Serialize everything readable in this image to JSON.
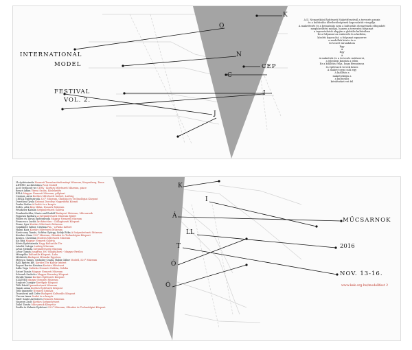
{
  "top_panel": {
    "title_words": [
      "INTERNATIONAL",
      "MODEL",
      "FESTIVAL"
    ],
    "title_suffix": "VOL. 2.",
    "scattered_letters": [
      "O",
      "K",
      "N",
      "C",
      "I",
      "J"
    ],
    "fragment": "CEP",
    "description_lines": [
      "A II. Nemzetközi Építészeti Makettfesztivál a tervezés praxis",
      "és a kultúrába ültethetőségének kapcsolatát vizsgálja.",
      "A makettezés és a bemutatás nem a kulturális elemzésnek elfogadott",
      "megközelítési módjai, hanem a tervezési folyamat",
      "a tapasztalatok alapján a globális kultúrában",
      "Ez a folyamat az emberek és a kultúra,",
      "közötti kapcsolat, a folyamat egyszerre",
      "a modellek közös és a",
      "tervezett társadalom",
      "Egy",
      "A",
      "Egy",
      "A",
      "A makettek és a tervezés módszerei,",
      "a jelenlegi kutatás a jelen",
      "Ez a kiállítás célja, hogy bemutassa",
      "és építészeti tervek közös",
      "A makett nem csak egy",
      "A kiállítás a",
      "makettekben a",
      "a kulturális",
      "kérdéseket vet fel"
    ]
  },
  "bottom_panel": {
    "scattered_letters": [
      "K",
      "I",
      "Á",
      "LL",
      "T",
      "Ó",
      "Ó"
    ],
    "venue": "MŰCSARNOK",
    "year": "2016",
    "dates": "NOV. 13-16.",
    "url": "www.kek.org.hu/modellfest 2",
    "credits": [
      {
        "name": "3h építésziroda",
        "affil": "Nemzeti Természettudományi Múzeum, Kreyenberg, Duna"
      },
      {
        "name": "ARTIFIC Architektúra",
        "affil": "Pesti Modell"
      },
      {
        "name": "As if (without) wz",
        "affil": "CEPA - Kortárs Művészeti Múzeum, pince"
      },
      {
        "name": "Bence Ádám",
        "affil": "Városi Szoba, Közlekedés"
      },
      {
        "name": "BFLA",
        "affil": "Magyar Nemzeti Múzeum, pályázat"
      },
      {
        "name": "Csomos, Aron",
        "affil": "Kortárs Művészeti Intézet, Ludwig"
      },
      {
        "name": "CEEZA Építésziroda",
        "affil": "320° Múzeum, Oktatási és Technológiai Központ"
      },
      {
        "name": "Dorothea Gyula",
        "affil": "Katonai Doroltsy Nagyvidéki Közmű"
      },
      {
        "name": "Dorka Stefan",
        "affil": "A Szabó és a kenyér"
      },
      {
        "name": "Erdős, Alex",
        "affil": "Kiss Máka, Dunavíz Múzeum"
      },
      {
        "name": "Fészkeler Katalin",
        "affil": "Szépművészeti Galéria"
      },
      {
        "name": "Frankenhelder, Mario and Rudolf",
        "affil": "Budapest Múzeum, Műcsarnok"
      },
      {
        "name": "Fogarasi Barbara",
        "affil": "A Szépművészeti Múzeum épület"
      },
      {
        "name": "Földes és Társai Építésziroda",
        "affil": "Magyar Nemzeti Múzeum"
      },
      {
        "name": "Francesco Lucibi",
        "affil": "Architectúra - Csillagászati Központ"
      },
      {
        "name": "Franz, Igor",
        "affil": "Kortárs Művészeti Múzeum"
      },
      {
        "name": "Gombkötő Gábor, Cristina",
        "affil": "PnL - a Paula Intézet"
      },
      {
        "name": "Halmi Kata",
        "affil": "Kortárs Művészeti Múzeum"
      },
      {
        "name": "Karácsony Tamás, Soltész György, Sződy Réka",
        "affil": "A Szépművészeti Múzeum"
      },
      {
        "name": "Kerekes Gizas",
        "affil": "520° Múzeum, Oktatási és Technológiai Központ"
      },
      {
        "name": "Kovács, Christian",
        "affil": "Modern Művészeti Múzeum"
      },
      {
        "name": "Kis Rita",
        "affil": "Magyar Nemzeti Galéria"
      },
      {
        "name": "Kérés Építésziroda",
        "affil": "Nagy Kulturális Tér"
      },
      {
        "name": "Lászlói Csárga",
        "affil": "Ludwig Múzeum"
      },
      {
        "name": "Lévai Melinda",
        "affil": "Szépművészeti Múzeum"
      },
      {
        "name": "Lővar Tamás",
        "affil": "Jungfrau 300 Világháború - Magyar Pavilon"
      },
      {
        "name": "Mészpőlin",
        "affil": "Kulturális Központ, Laba"
      },
      {
        "name": "Mérkőzés",
        "affil": "Budapest Műszaki Egyetem"
      },
      {
        "name": "Mírosca Tamás, Szokolay Csaba, Halda Gábor",
        "affil": "Modell, 520° Múzeum"
      },
      {
        "name": "RAX Építési Kft.",
        "affil": "Kortárs Tér Kultúr Intézet"
      },
      {
        "name": "Repasi Bartos Kristina",
        "affil": "Kortárs Művészet"
      },
      {
        "name": "Salla Vega",
        "affil": "Galériás Nemzeti Galéria, Szloba"
      },
      {
        "name": "Satori Tamás",
        "affil": "Magyar Nemzeti Múzeum"
      },
      {
        "name": "Schrank Szabolcs",
        "affil": "Magyar Kormány Központ"
      },
      {
        "name": "Slovák Tamás",
        "affil": "Kortárs Építészeti Központ"
      },
      {
        "name": "SZATORI",
        "affil": "Magyar Nemzeti Múzeum"
      },
      {
        "name": "Szajtori Csongor",
        "affil": "Kerékpár Központ"
      },
      {
        "name": "Tóth Dávid",
        "affil": "Iparművészeti Múzeum"
      },
      {
        "name": "Tamás Anna",
        "affil": "Kortárs Építészeti Központ"
      },
      {
        "name": "Tóth ünnepély",
        "affil": "Nemzeti Színház"
      },
      {
        "name": "Transform and Cefre",
        "affil": "Budapest Kulturális Központ"
      },
      {
        "name": "Uncsur Anna",
        "affil": "Szabó és a kenyér"
      },
      {
        "name": "Valér Szabó Architects",
        "affil": "Nemzeti Múzeum"
      },
      {
        "name": "Vaszerzi Zsolt",
        "affil": "Kortárs Szépművészet"
      },
      {
        "name": "Zsikó Tamás",
        "affil": "Műcsarnok Könyvtár"
      },
      {
        "name": "Zsoffa és Kalmár Építészet",
        "affil": "520° Múzeum, Oktatási és Technológiai Központ"
      }
    ]
  }
}
